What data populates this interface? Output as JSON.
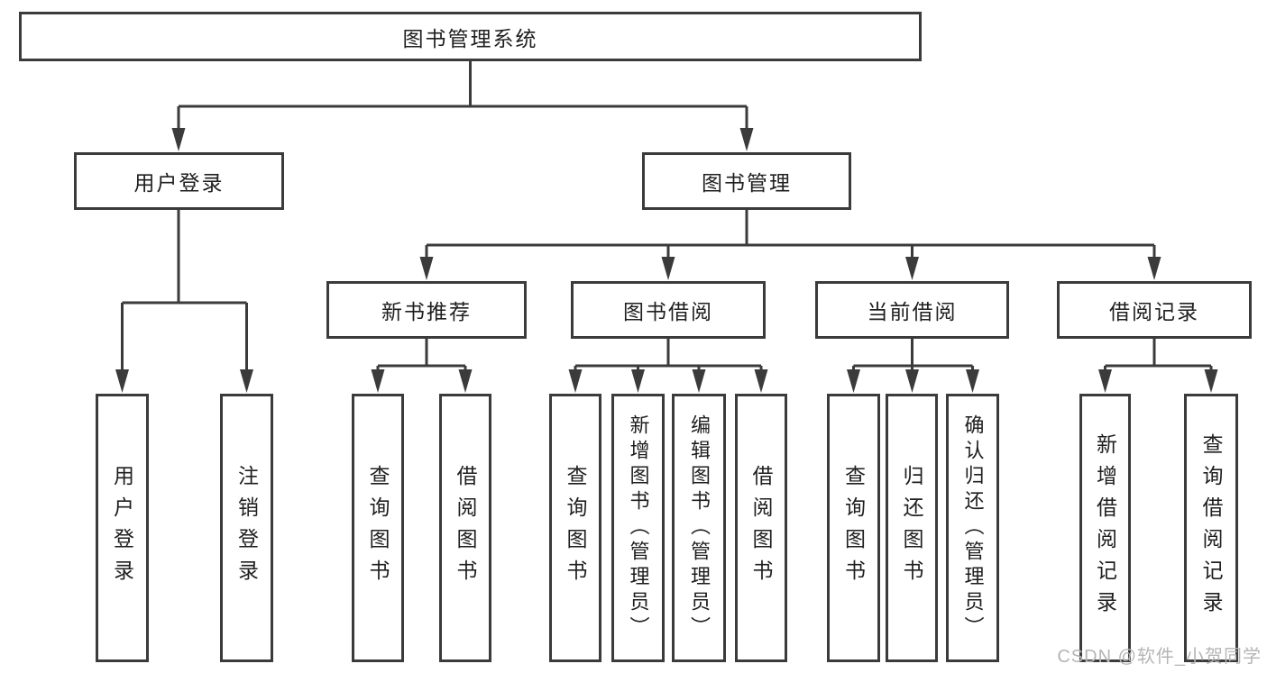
{
  "tree": {
    "root": "图书管理系统",
    "branches": [
      {
        "label": "用户登录",
        "children": [
          {
            "label": "用户登录"
          },
          {
            "label": "注销登录"
          }
        ]
      },
      {
        "label": "图书管理",
        "children": [
          {
            "label": "新书推荐",
            "children": [
              {
                "label": "查询图书"
              },
              {
                "label": "借阅图书"
              }
            ]
          },
          {
            "label": "图书借阅",
            "children": [
              {
                "label": "查询图书"
              },
              {
                "label": "新增图书（管理员）"
              },
              {
                "label": "编辑图书（管理员）"
              },
              {
                "label": "借阅图书"
              }
            ]
          },
          {
            "label": "当前借阅",
            "children": [
              {
                "label": "查询图书"
              },
              {
                "label": "归还图书"
              },
              {
                "label": "确认归还（管理员）"
              }
            ]
          },
          {
            "label": "借阅记录",
            "children": [
              {
                "label": "新增借阅记录"
              },
              {
                "label": "查询借阅记录"
              }
            ]
          }
        ]
      }
    ]
  },
  "watermark": {
    "text": "CSDN @软件_小贺同学"
  },
  "colors": {
    "line": "#3b3b3b",
    "text": "#1f1f1f",
    "watermark": "#b5b5b5",
    "background": "#ffffff"
  }
}
